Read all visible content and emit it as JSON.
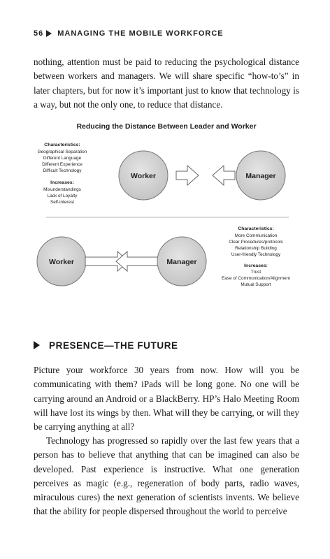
{
  "running_head": {
    "page_number": "56",
    "title": "MANAGING THE MOBILE WORKFORCE"
  },
  "intro_paragraph": "nothing, attention must be paid to reducing the psychological distance between workers and managers. We will share specific “how-to’s” in later chapters, but for now it’s important just to know that technology is a way, but not the only one, to reduce that distance.",
  "diagram": {
    "title": "Reducing the Distance Between Leader and Worker",
    "top": {
      "worker_label": "Worker",
      "manager_label": "Manager",
      "characteristics_heading": "Characteristics:",
      "characteristics": [
        "Geographical Separation",
        "Different Language",
        "Different Experience",
        "Difficult Technology"
      ],
      "increases_heading": "Increases:",
      "increases": [
        "Misunderstandings",
        "Lack of Loyalty",
        "Self-interest"
      ]
    },
    "bottom": {
      "worker_label": "Worker",
      "manager_label": "Manager",
      "characteristics_heading": "Characteristics:",
      "characteristics": [
        "More Communication",
        "Clear Procedures/protocols",
        "Relationship Building",
        "User-friendly Technology"
      ],
      "increases_heading": "Increases:",
      "increases": [
        "Trust",
        "Ease of Communication/Alignment",
        "Mutual Support"
      ]
    }
  },
  "section": {
    "heading": "PRESENCE—THE FUTURE",
    "paragraph_1": "Picture your workforce 30 years from now. How will you be communicating with them? iPads will be long gone. No one will be carrying around an Android or a BlackBerry. HP’s Halo Meeting Room will have lost its wings by then. What will they be carrying, or will they be carrying anything at all?",
    "paragraph_2": "Technology has progressed so rapidly over the last few years that a person has to believe that anything that can be imagined can also be developed. Past experience is instructive. What one generation perceives as magic (e.g., regeneration of body parts, radio waves, miraculous cures) the next generation of scientists invents. We believe that the ability for people dispersed throughout the world to perceive"
  },
  "colors": {
    "text": "#1a1a1a",
    "circle_fill": "#d0d0d0",
    "circle_stroke": "#777777",
    "divider": "#9a9a9a"
  }
}
